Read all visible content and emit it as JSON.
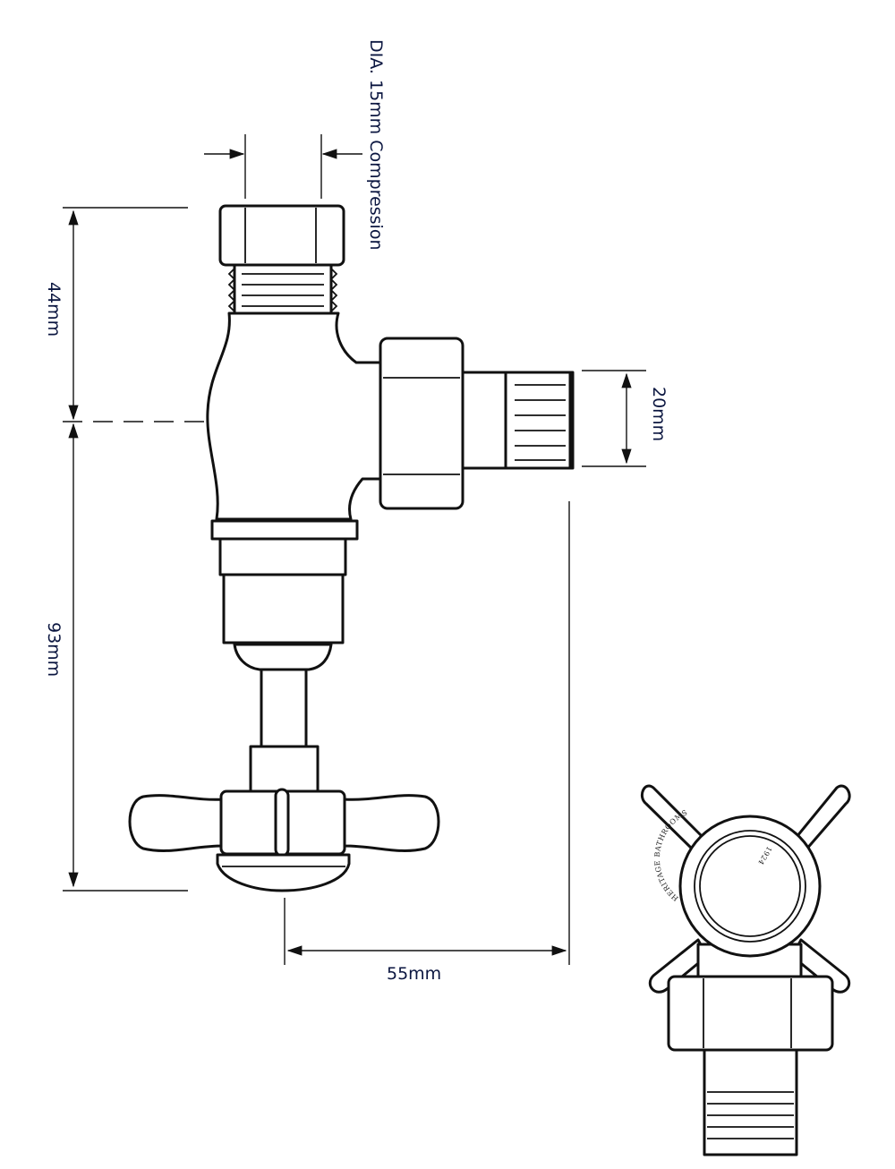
{
  "labels": {
    "dia": "DIA. 15mm Compression",
    "height_top": "44mm",
    "height_bottom": "93mm",
    "outlet": "20mm",
    "depth": "55mm"
  },
  "logo": {
    "brand": "HERITAGE BATHROOMS",
    "year": "1924"
  },
  "colors": {
    "label": "#0b1640",
    "line": "#111111"
  }
}
